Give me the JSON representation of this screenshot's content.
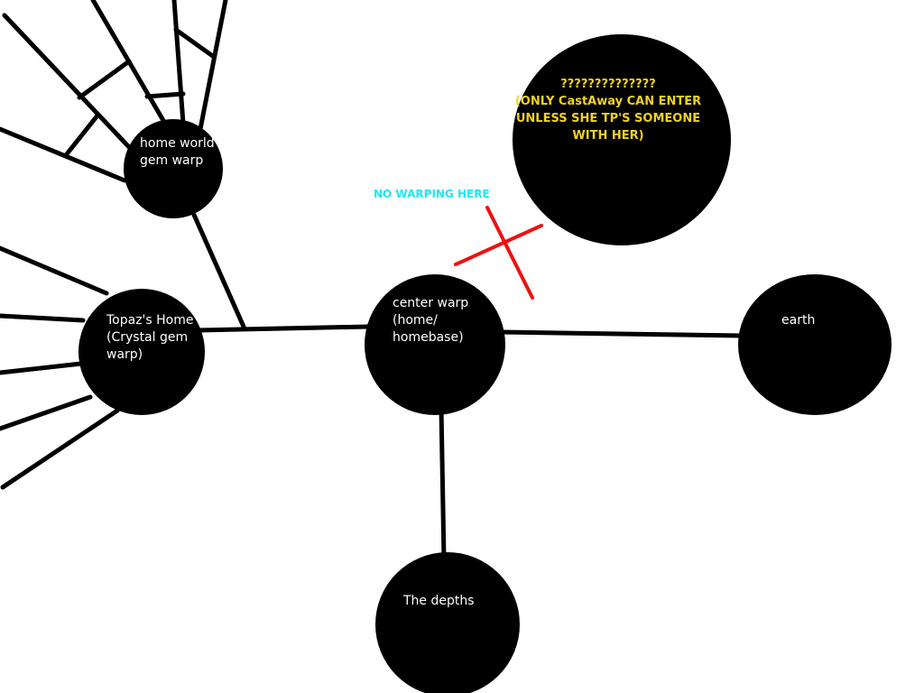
{
  "nodes": {
    "homeworld": {
      "label": "home world gem warp"
    },
    "topaz": {
      "label": "Topaz's Home (Crystal gem warp)"
    },
    "center": {
      "label": "center warp (home/ homebase)"
    },
    "earth": {
      "label": "earth"
    },
    "depths": {
      "label": "The depths"
    },
    "secret": {
      "title": "??????????????",
      "label": "(ONLY CastAway CAN ENTER UNLESS SHE TP'S SOMEONE WITH HER)"
    }
  },
  "annotation": {
    "text": "NO WARPING HERE",
    "color": "#1ee8f0"
  },
  "colors": {
    "node": "#000000",
    "node_text": "#ffffff",
    "secret_text": "#f2d21b",
    "blocked_mark": "#ee1111"
  }
}
